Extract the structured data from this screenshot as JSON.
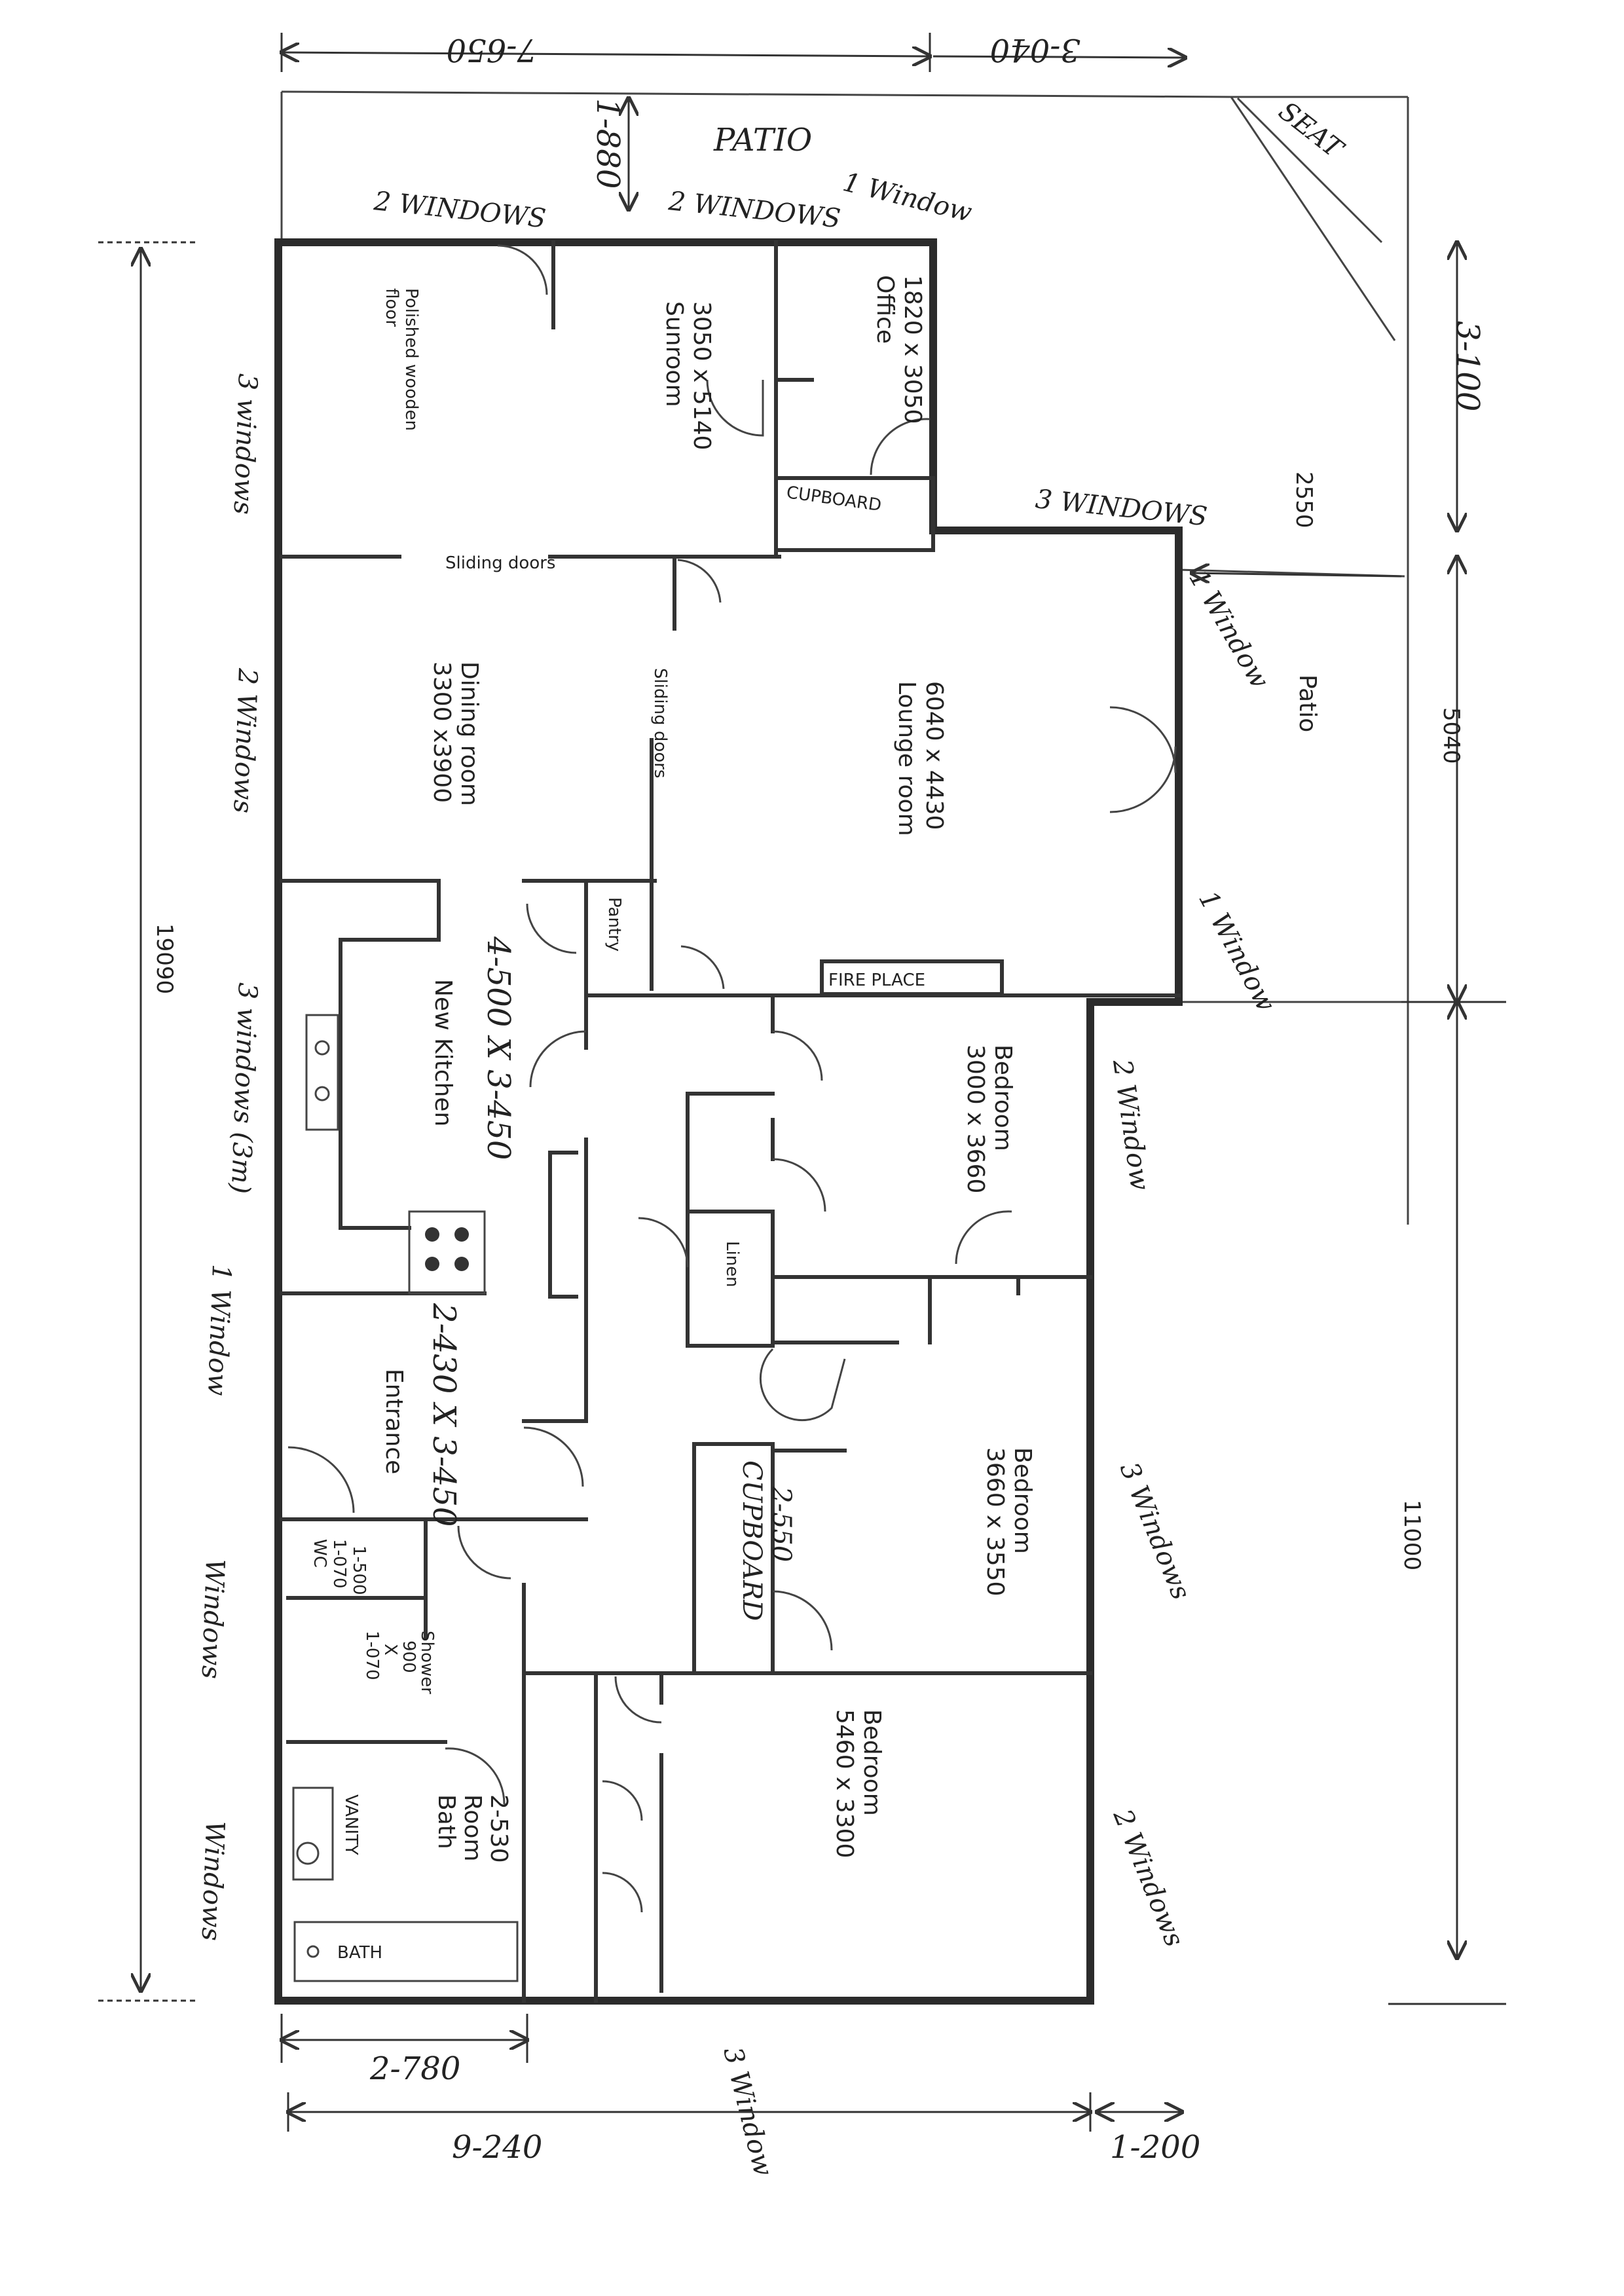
{
  "rooms": {
    "polished_floor": [
      "Polished wooden",
      "floor"
    ],
    "sunroom": [
      "Sunroom",
      "3050 x 5140"
    ],
    "office": [
      "Office",
      "1820 x 3050"
    ],
    "cupboard_top": "CUPBOARD",
    "dining": [
      "Dining room",
      "3300 x3900"
    ],
    "lounge": [
      "6040 x 4430",
      "Lounge room"
    ],
    "sliding_doors_h": "Sliding doors",
    "sliding_doors_v": "Sliding doors",
    "pantry": "Pantry",
    "fireplace": "FIRE PLACE",
    "kitchen": [
      "4-500 X 3-450",
      "New Kitchen"
    ],
    "bedroom1": [
      "Bedroom",
      "3000 x 3660"
    ],
    "linen": "Linen",
    "entrance": [
      "2-430 X 3-450",
      "Entrance"
    ],
    "bedroom2": [
      "Bedroom",
      "3660 x 3550"
    ],
    "cupboard_mid": [
      "CUPBOARD",
      "2-550"
    ],
    "wc": [
      "WC",
      "1-070",
      "1-500"
    ],
    "shower": [
      "1-070",
      "X",
      "900",
      "Shower"
    ],
    "bedroom3": [
      "Bedroom",
      "5460 x 3300"
    ],
    "bath": [
      "Bath",
      "Room",
      "2-530"
    ],
    "vanity": "VANITY",
    "bath_tub": "BATH"
  },
  "outside": {
    "patio_top": "PATIO",
    "seat": "SEAT",
    "patio_right": "Patio",
    "patio_top_depth": "1-880"
  },
  "windows": {
    "w1": "2 WINDOWS",
    "w2": "2 WINDOWS",
    "w3": "1 Window",
    "w4": "3 WINDOWS",
    "w5": "1 Window",
    "w6": "1 Window",
    "w7": "3 windows",
    "w8": "2 Windows",
    "w9": "3 windows (3m)",
    "w10": "2 Window",
    "w11": "1 Window",
    "w12": "3 Windows",
    "w13": "Windows",
    "w14": "2 Windows",
    "w15": "Windows",
    "w16": "3 Window"
  },
  "dimensions": {
    "top_left": "7-650",
    "top_right": "3-040",
    "right_upper": "3-100",
    "patio_width": "2550",
    "right_mid": "5040",
    "right_lower": "11000",
    "left_total": "19090",
    "bottom_short": "2-780",
    "bottom_long": "9-240",
    "bottom_right": "1-200"
  }
}
